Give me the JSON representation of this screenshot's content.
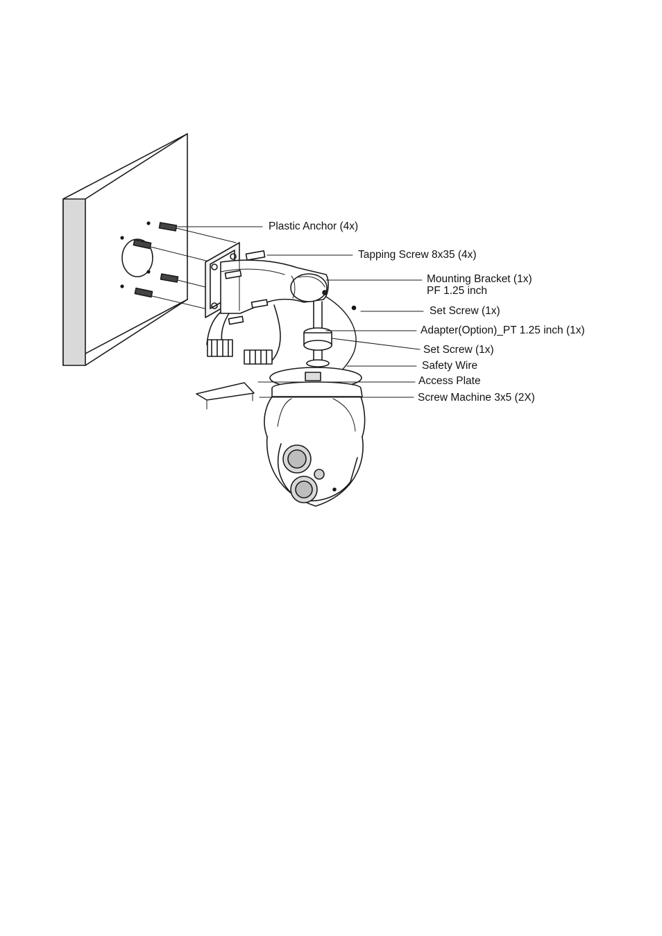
{
  "labels": {
    "plastic_anchor": "Plastic Anchor (4x)",
    "tapping_screw": "Tapping Screw 8x35 (4x)",
    "mounting_bracket_line1": "Mounting Bracket (1x)",
    "mounting_bracket_line2": "PF 1.25 inch",
    "set_screw_1": "Set Screw (1x)",
    "adapter": "Adapter(Option)_PT 1.25 inch (1x)",
    "set_screw_2": "Set Screw (1x)",
    "safety_wire": "Safety Wire",
    "access_plate": "Access Plate",
    "screw_machine": "Screw Machine 3x5 (2X)"
  }
}
